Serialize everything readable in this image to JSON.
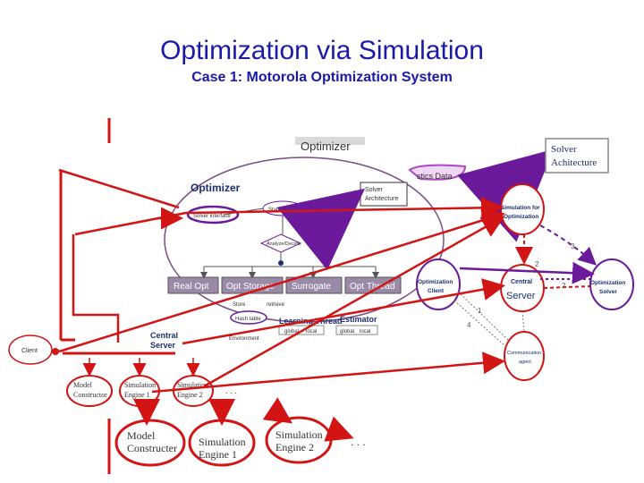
{
  "slide": {
    "title": "Optimization via Simulation",
    "subtitle": "Case 1: Motorola Optimization System"
  },
  "diagram": {
    "top_label_partial": "Optimizer",
    "solver_arch_box": [
      "Solver",
      "Achitecture"
    ],
    "statistics_data_partial": "stics Data",
    "optimizer_label": "Optimizer",
    "solver_interface": "Solver interface",
    "statistics_data": "Statistics Data",
    "analyze_decide": "Analyze/Decide",
    "small_solver_arch": [
      "Solver",
      "Architecture"
    ],
    "modules": [
      "Real Opt",
      "Opt Storage",
      "Surrogate",
      "Opt Thread"
    ],
    "store_retrieve": [
      "Store",
      "retrieve"
    ],
    "hash_table": "Hash table",
    "learning_thread": "Learning Thread",
    "estimator": "Estimator",
    "global_local_1": [
      "global",
      "local"
    ],
    "global_local_2": [
      "global",
      "local"
    ],
    "environment": "Environment",
    "left_central_server": [
      "Central",
      "Server"
    ],
    "client": "Client",
    "sim_for_opt": [
      "Simulation for",
      "Optimization"
    ],
    "opt_client": [
      "Optimization",
      "Client"
    ],
    "central_server_right": [
      "Central",
      "Server"
    ],
    "opt_solver": [
      "Optimization",
      "Solver"
    ],
    "comm_agent": [
      "Communication",
      "agent"
    ],
    "edge_labels": [
      "3",
      "2",
      "2",
      "1",
      "4"
    ],
    "small_engines": [
      [
        "Model",
        "Constructor"
      ],
      [
        "Simulation",
        "Engine 1"
      ],
      [
        "Simulation",
        "Engine 2"
      ]
    ],
    "small_ellipsis": ". . .",
    "big_engines": [
      [
        "Model",
        "Constructer"
      ],
      [
        "Simulation",
        "Engine 1"
      ],
      [
        "Simulation",
        "Engine 2"
      ]
    ],
    "big_ellipsis": ". . .",
    "colors": {
      "title": "#1a1aa8",
      "red": "#d21414",
      "purple": "#6a1a9a",
      "navy": "#1c2f6e"
    }
  }
}
